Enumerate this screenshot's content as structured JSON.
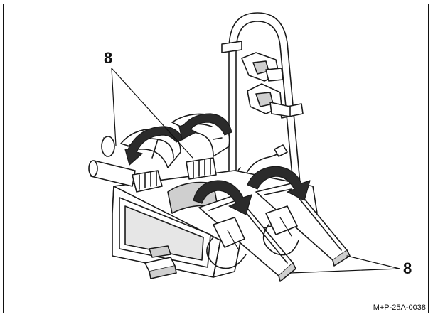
{
  "figure": {
    "callouts": [
      {
        "label": "8",
        "target": "strap buckles on ratchet straps"
      },
      {
        "label": "8",
        "target": "wheel rail strap buckles"
      }
    ],
    "figure_code": "M+P-25A-0038"
  },
  "colors": {
    "line": "#1a1a1a",
    "shade": "#cfcfcf",
    "arrow": "#2b2b2b",
    "background": "#ffffff"
  }
}
